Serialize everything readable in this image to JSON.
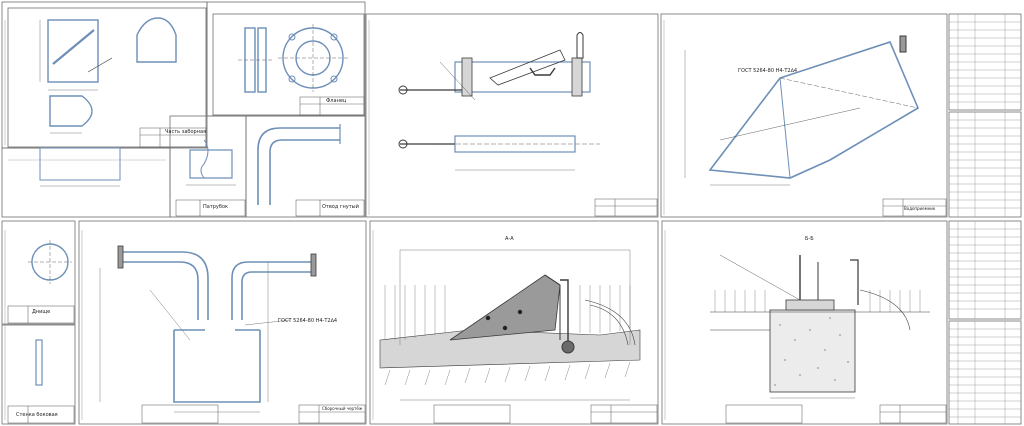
{
  "colors": {
    "paper": "#ffffff",
    "frame": "#6f6f6f",
    "pipe": "#6d8fb8",
    "line": "#3a3a3a",
    "dim": "#7a7a7a",
    "hatch": "#8a8a8a",
    "fill_gray": "#d6d6d6",
    "fill_dark": "#9a9a9a"
  },
  "labels": {
    "elbow": "Часть заборная",
    "flange": "Фланец",
    "nozzle": "Патрубок",
    "bend": "Отвод гнутый",
    "disk": "Днище",
    "sheet_steel": "Стенка боковая",
    "gost_center": "ГОСТ 5264-80 Н4-Т2∆4",
    "gost_right": "ГОСТ 5264-80 Н4-Т2∆4",
    "section_aa": "А-А",
    "section_bb": "Б-Б",
    "assembly_1": "Сборочный чертёж",
    "assembly_2": "Водоприемник"
  }
}
